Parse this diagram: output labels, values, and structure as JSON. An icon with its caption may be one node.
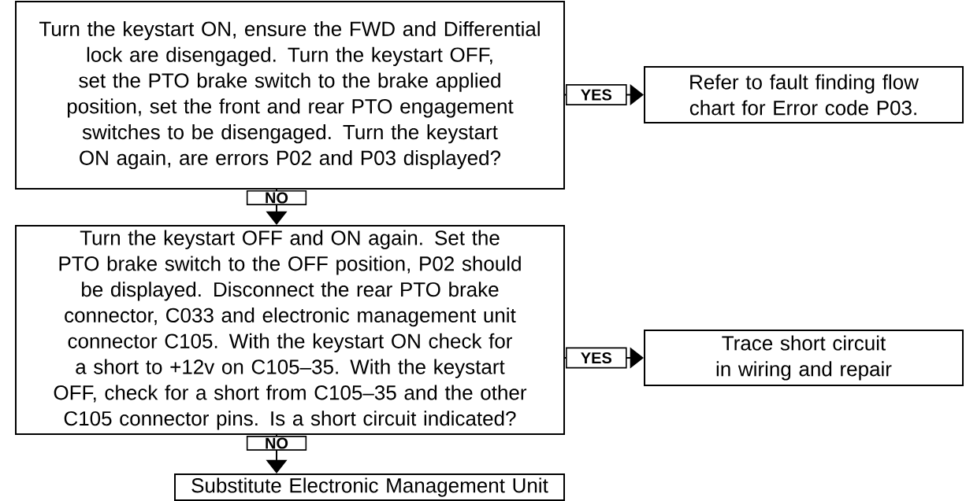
{
  "diagram": {
    "nodes": [
      {
        "text": [
          "Turn the keystart ON, ensure the FWD and Differential lock are disengaged. Turn the keystart OFF, set the PTO brake switch to the brake applied position, set the front and rear PTO engagement switches to be disengaged. Turn the keystart ON again, are errors P02 and P03 displayed?"
        ]
      },
      {
        "text": [
          "Refer to fault finding flow chart for Error code P03."
        ]
      },
      {
        "text": [
          "Turn the keystart OFF and ON again. Set the PTO brake switch to the OFF position, P02 should be displayed. Disconnect the rear PTO brake connector, C033 and electronic management unit connector C105. With the keystart ON check for a short to +12v on C105–35. With the keystart OFF, check for a short from C105–35 and the other C105 connector pins. Is a short circuit indicated?"
        ]
      },
      {
        "text": [
          "Trace short circuit in wiring and repair"
        ]
      },
      {
        "text": [
          "Substitute Electronic Management Unit"
        ]
      }
    ],
    "edges": [
      {
        "from": 0,
        "to": 1,
        "arrow": "to",
        "label": "YES"
      },
      {
        "from": 0,
        "to": 2,
        "arrow": "to",
        "label": "NO"
      },
      {
        "from": 2,
        "to": 3,
        "arrow": "to",
        "label": "YES"
      },
      {
        "from": 2,
        "to": 4,
        "arrow": "to",
        "label": "NO"
      }
    ]
  }
}
